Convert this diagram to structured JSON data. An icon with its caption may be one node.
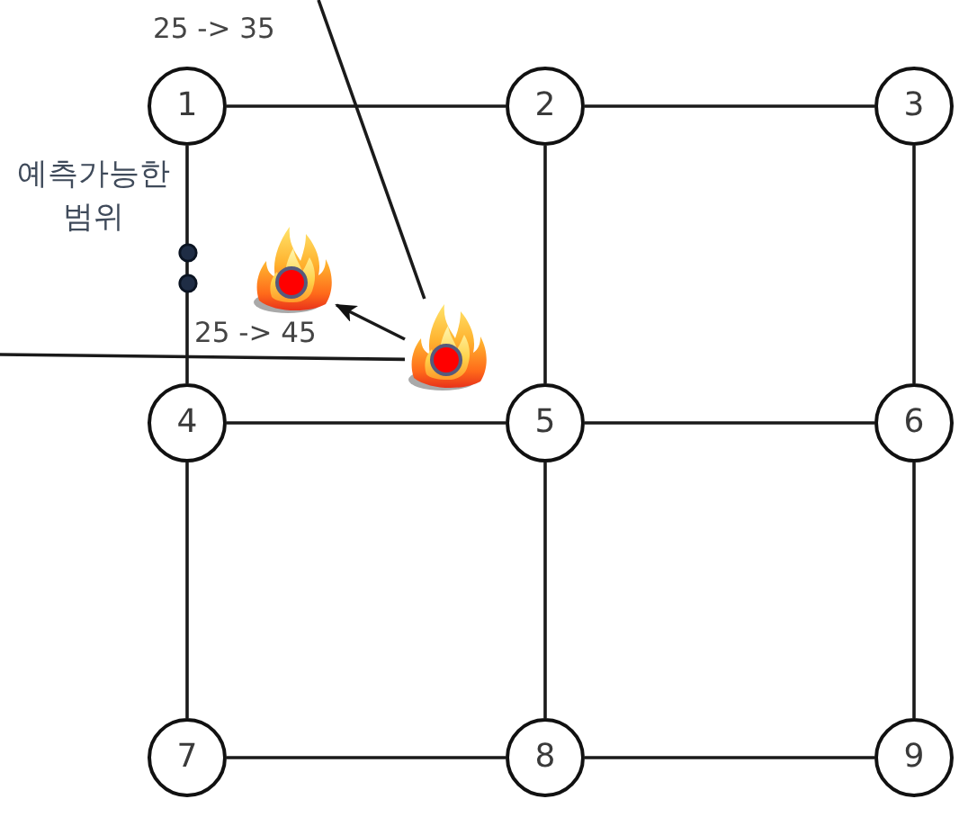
{
  "diagram": {
    "nodes": [
      {
        "text": [
          "1"
        ]
      },
      {
        "text": [
          "2"
        ]
      },
      {
        "text": [
          "3"
        ]
      },
      {
        "text": [
          "4"
        ]
      },
      {
        "text": [
          "5"
        ]
      },
      {
        "text": [
          "6"
        ]
      },
      {
        "text": [
          "7"
        ]
      },
      {
        "text": [
          "8"
        ]
      },
      {
        "text": [
          "9"
        ]
      },
      {
        "text": [],
        "shape": "picture"
      },
      {
        "text": [],
        "shape": "picture"
      }
    ],
    "edges": [
      {
        "from": 0,
        "to": 1,
        "arrow": "none"
      },
      {
        "from": 1,
        "to": 2,
        "arrow": "none"
      },
      {
        "from": 0,
        "to": 3,
        "arrow": "none"
      },
      {
        "from": 1,
        "to": 4,
        "arrow": "none"
      },
      {
        "from": 2,
        "to": 5,
        "arrow": "none"
      },
      {
        "from": 3,
        "to": 4,
        "arrow": "none"
      },
      {
        "from": 4,
        "to": 5,
        "arrow": "none"
      },
      {
        "from": 3,
        "to": 6,
        "arrow": "none"
      },
      {
        "from": 4,
        "to": 7,
        "arrow": "none"
      },
      {
        "from": 5,
        "to": 8,
        "arrow": "none"
      },
      {
        "from": 6,
        "to": 7,
        "arrow": "none"
      },
      {
        "from": 7,
        "to": 8,
        "arrow": "none"
      },
      {
        "from": null,
        "to": 10,
        "arrow": "none",
        "label": "25 -> 35"
      },
      {
        "from": null,
        "to": 10,
        "arrow": "none",
        "label": "25 -> 45"
      },
      {
        "from": 10,
        "to": 9,
        "arrow": "to"
      }
    ],
    "labels": [
      "예측가능한 범위"
    ]
  }
}
